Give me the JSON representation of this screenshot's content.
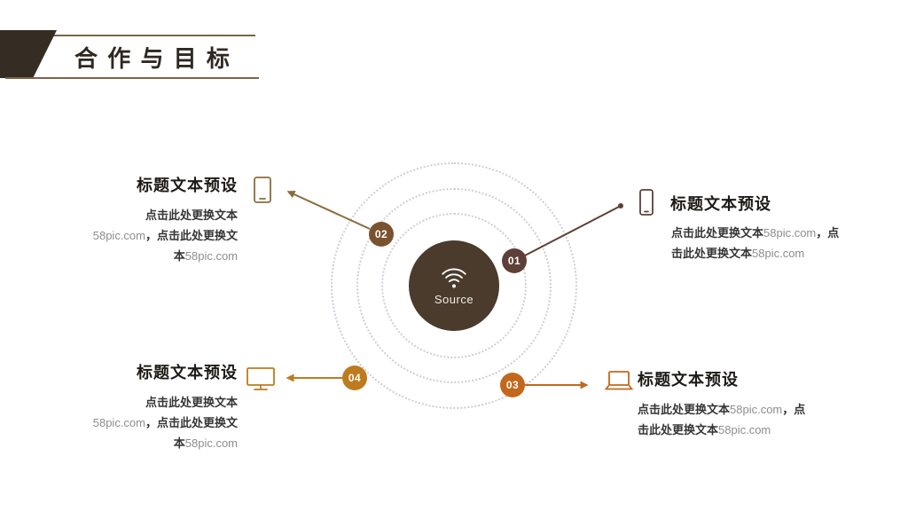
{
  "title": "合 作 与 目 标",
  "palette": {
    "rule": "#7d6547",
    "corner": "#352c24",
    "center_bg": "#4a3b2c",
    "line_topleft": "#8a6d3b",
    "line_topright": "#5d4037",
    "line_bottomleft": "#bd7b1e",
    "line_bottomright": "#c2681c"
  },
  "center": {
    "label": "Source",
    "icon": "wifi-icon"
  },
  "nodes": [
    {
      "num": "01",
      "color": "#5d4037"
    },
    {
      "num": "02",
      "color": "#7a5230"
    },
    {
      "num": "03",
      "color": "#c2681c"
    },
    {
      "num": "04",
      "color": "#bd7b1e"
    }
  ],
  "items": {
    "top_left": {
      "icon": "tablet-icon",
      "heading": "标题文本预设",
      "body": [
        {
          "text": "点击此处更换文本",
          "style": "cn"
        },
        {
          "text": "58pic.com",
          "style": "en"
        },
        {
          "text": "，点击此处更换文本",
          "style": "cn"
        },
        {
          "text": "58pic.com",
          "style": "en"
        }
      ]
    },
    "top_right": {
      "icon": "smartphone-icon",
      "heading": "标题文本预设",
      "body": [
        {
          "text": "点击此处更换文本",
          "style": "cn"
        },
        {
          "text": "58pic.com",
          "style": "en"
        },
        {
          "text": "，点击此处更换文本",
          "style": "cn"
        },
        {
          "text": "58pic.com",
          "style": "en"
        }
      ]
    },
    "bottom_left": {
      "icon": "monitor-icon",
      "heading": "标题文本预设",
      "body": [
        {
          "text": "点击此处更换文本",
          "style": "cn"
        },
        {
          "text": "58pic.com",
          "style": "en"
        },
        {
          "text": "，点击此处更换文本",
          "style": "cn"
        },
        {
          "text": "58pic.com",
          "style": "en"
        }
      ]
    },
    "bottom_right": {
      "icon": "laptop-icon",
      "heading": "标题文本预设",
      "body": [
        {
          "text": "点击此处更换文本",
          "style": "cn"
        },
        {
          "text": "58pic.com",
          "style": "en"
        },
        {
          "text": "，点击此处更换文本",
          "style": "cn"
        },
        {
          "text": "58pic.com",
          "style": "en"
        }
      ]
    }
  }
}
